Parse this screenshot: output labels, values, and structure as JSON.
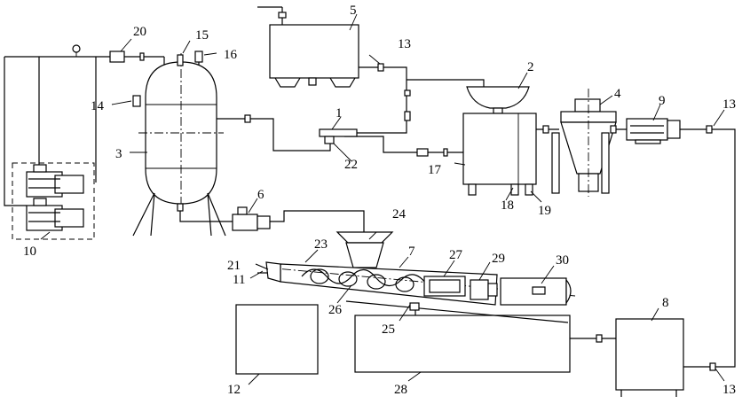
{
  "labels": {
    "l1": "1",
    "l2": "2",
    "l3": "3",
    "l4": "4",
    "l5": "5",
    "l6": "6",
    "l7": "7",
    "l8": "8",
    "l9": "9",
    "l10": "10",
    "l11": "11",
    "l12": "12",
    "l13a": "13",
    "l13b": "13",
    "l13c": "13",
    "l14": "14",
    "l15": "15",
    "l16": "16",
    "l17": "17",
    "l18": "18",
    "l19": "19",
    "l20": "20",
    "l21": "21",
    "l22": "22",
    "l23": "23",
    "l24": "24",
    "l25": "25",
    "l26": "26",
    "l27": "27",
    "l28": "28",
    "l29": "29",
    "l30": "30"
  }
}
